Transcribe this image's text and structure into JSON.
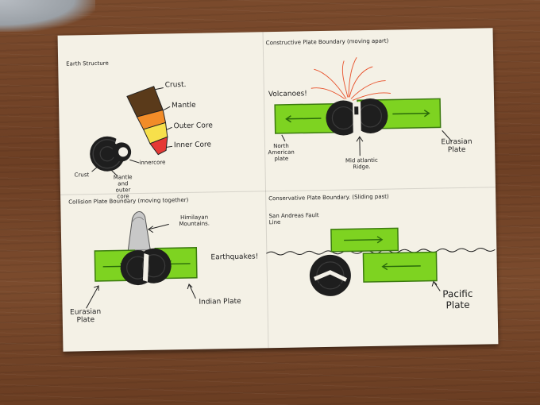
{
  "sheet": {
    "earth_structure": {
      "title": "Earth Structure",
      "labels": {
        "crust_top": "Crust.",
        "mantle": "Mantle",
        "outer_core": "Outer Core",
        "inner_core": "Inner Core",
        "crust_left": "Crust",
        "mantle_outer_core": "Mantle and outer core",
        "inner_core_small": "innercore"
      }
    },
    "constructive": {
      "title": "Constructive Plate Boundary (moving apart)",
      "labels": {
        "volcanoes": "Volcanoes!",
        "north_american": "North American plate",
        "mid_atlantic": "Mid atlantic Ridge.",
        "eurasian": "Eurasian Plate"
      }
    },
    "collision": {
      "title": "Collision Plate Boundary (moving together)",
      "labels": {
        "himalayan": "Himilayan Mountains.",
        "eurasian": "Eurasian Plate",
        "indian": "Indian Plate"
      }
    },
    "conservative": {
      "title": "Conservative Plate Boundary. (Sliding past)",
      "labels": {
        "san_andreas": "San Andreas Fault Line",
        "earthquakes": "Earthquakes!",
        "pacific": "Pacific Plate"
      }
    }
  },
  "colors": {
    "table": "#6d3f24",
    "paper": "#f4f1e6",
    "plate_green": "#7ed321",
    "cookie": "#1e1e1e",
    "cream": "#f2efe6",
    "mountain": "#c8c8c8",
    "crust_brown": "#5a3a1a",
    "mantle_orange": "#f28c28",
    "outer_core_yellow": "#f7e04b",
    "inner_core_red": "#e53935"
  }
}
